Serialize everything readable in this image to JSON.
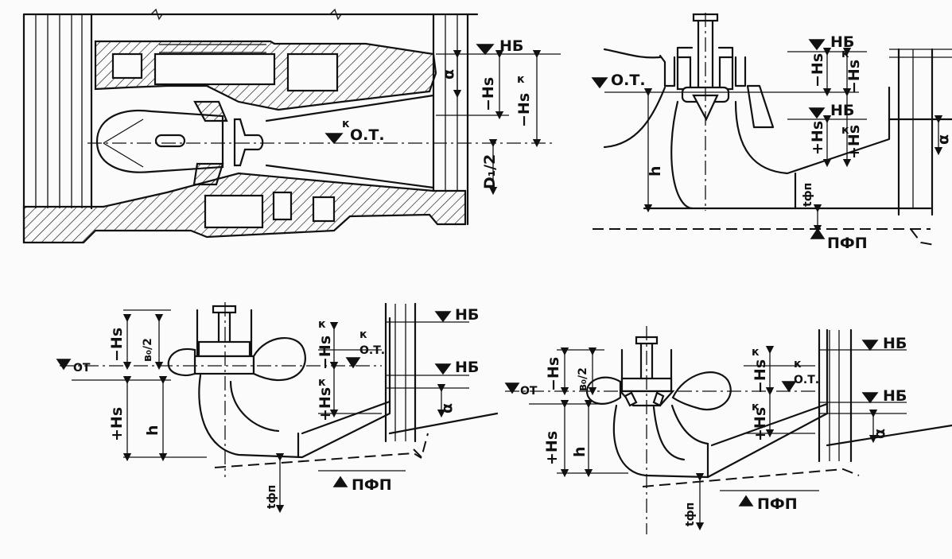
{
  "labels": {
    "nb": "НБ",
    "ot": "О.Т.",
    "ot_short": "ОТ",
    "ot_k_prefix": "к",
    "pfp": "ПФП",
    "minus_hs": "−Hs",
    "plus_hs": "+Hs",
    "minus_hs_k": "−Hs",
    "plus_hs_k": "+Hs",
    "k": "к",
    "a": "α",
    "h": "h",
    "d1_2": "D₁/2",
    "b0_2": "в₀/2",
    "t_fp": "tфп"
  }
}
